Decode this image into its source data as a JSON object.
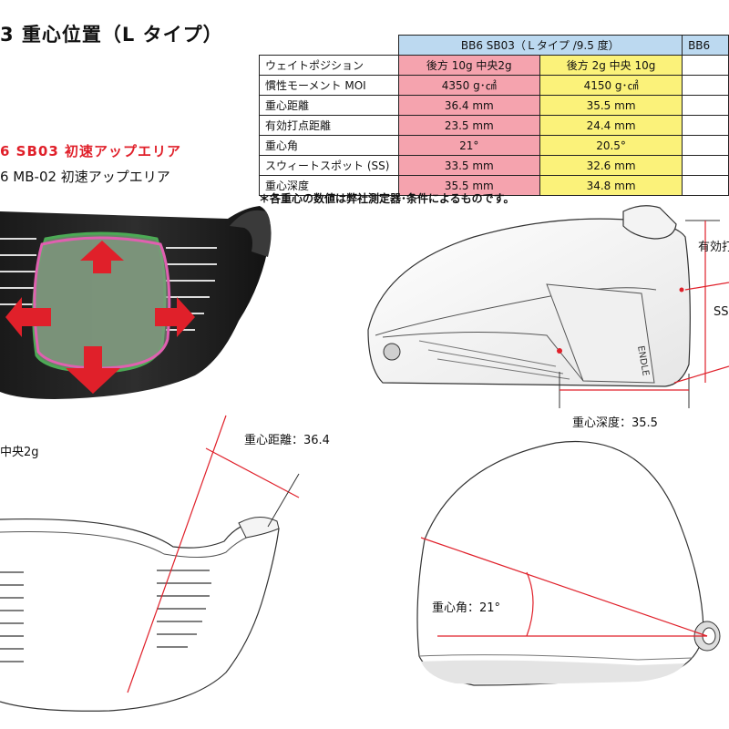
{
  "title": "3 重心位置（L タイプ）",
  "legend": {
    "red_text": "6 SB03  初速アップエリア",
    "black_text": "6 MB-02 初速アップエリア",
    "red_color": "#e0202a",
    "pink_color": "#e060b0",
    "green_color": "#4caa55"
  },
  "table": {
    "header_main": "BB6 SB03（Ｌタイプ /9.5 度）",
    "header_cut": "BB6",
    "rows": [
      {
        "label": "ウェイトポジション",
        "v1": "後方 10g 中央2g",
        "v2": "後方 2g 中央 10g"
      },
      {
        "label": "慣性モーメント MOI",
        "v1": "4350 g･㎠",
        "v2": "4150 g･㎠"
      },
      {
        "label": "重心距離",
        "v1": "36.4 mm",
        "v2": "35.5 mm"
      },
      {
        "label": "有効打点距離",
        "v1": "23.5 mm",
        "v2": "24.4 mm"
      },
      {
        "label": "重心角",
        "v1": "21°",
        "v2": "20.5°"
      },
      {
        "label": "スウィートスポット (SS)",
        "v1": "33.5 mm",
        "v2": "32.6 mm"
      },
      {
        "label": "重心深度",
        "v1": "35.5 mm",
        "v2": "34.8 mm"
      }
    ],
    "col1_color": "#f5a3ae",
    "col2_color": "#fbf27a",
    "header_color": "#bcd9f0"
  },
  "note": "＊各重心の数値は弊社測定器･条件によるものです。",
  "labels": {
    "depth": "重心深度：35.5",
    "effective": "有効打",
    "ss": "SS",
    "distance": "重心距離：36.4",
    "angle": "重心角：21°",
    "weight": "中央2g"
  },
  "head_logo_text": "ENDLE"
}
